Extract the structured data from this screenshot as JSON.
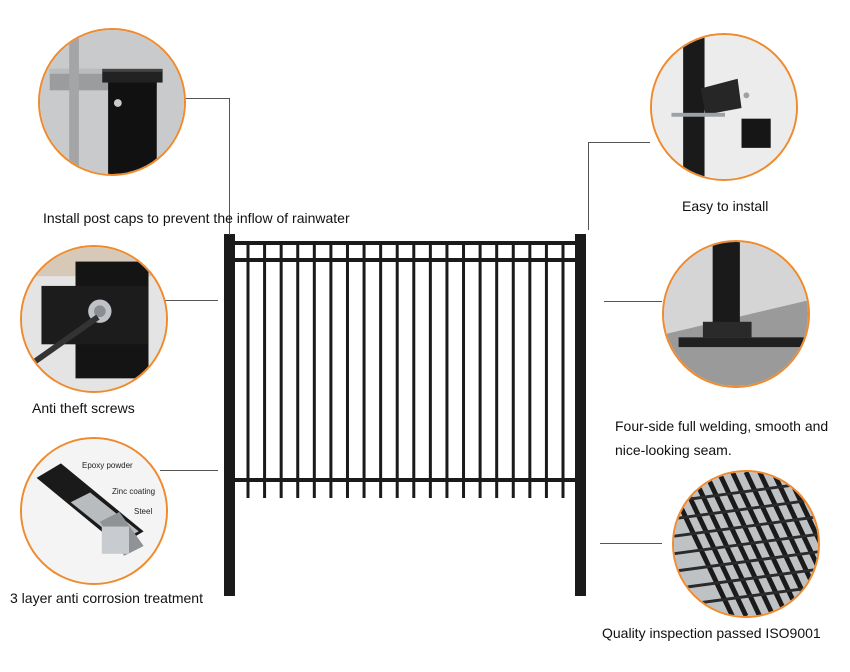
{
  "features": {
    "post_caps": "Install post caps to prevent the inflow of rainwater",
    "anti_theft": "Anti theft screws",
    "corrosion": "3 layer  anti corrosion  treatment",
    "easy_install": "Easy to install",
    "welding_line1": "Four-side full welding, smooth and",
    "welding_line2": "nice-looking seam.",
    "quality": "Quality inspection passed ISO9001"
  },
  "layers": {
    "epoxy": "Epoxy powder",
    "zinc": "Zinc coating",
    "steel": "Steel"
  },
  "colors": {
    "accent": "#f08a2c",
    "fence": "#1a1a1a"
  },
  "fence": {
    "pickets": 20
  }
}
